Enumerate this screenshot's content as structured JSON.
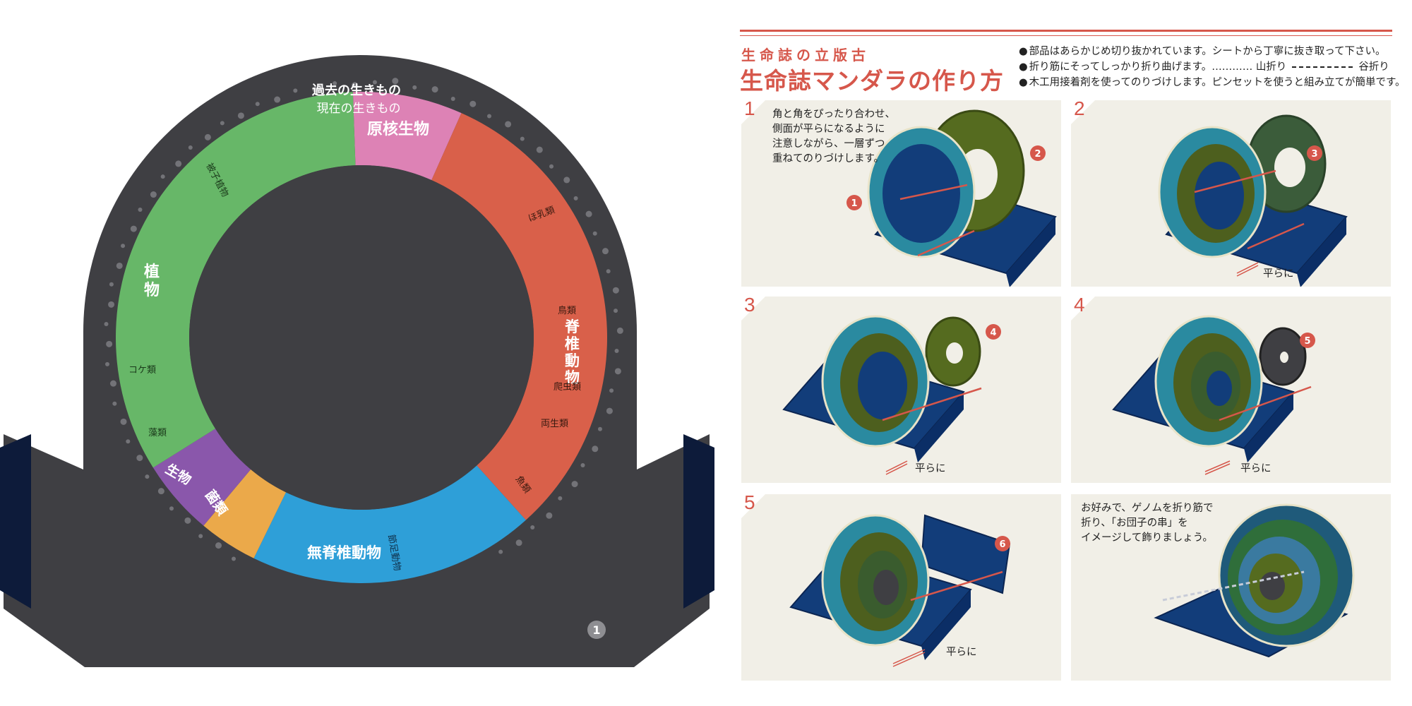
{
  "mandala": {
    "label_past": "過去の生きもの",
    "label_present": "現在の生きもの",
    "sector_prokaryote": "原核生物",
    "sector_vertebrate": "脊椎動物",
    "sector_invertebrate": "無脊椎動物",
    "sector_plant": "植物",
    "sector_fungi": "菌類",
    "sector_protist": "生物",
    "sub_angiosperm": "被子植物",
    "sub_moss": "コケ類",
    "sub_algae": "藻類",
    "sub_mammal": "ほ乳類",
    "sub_bird": "鳥類",
    "sub_reptile": "爬虫類",
    "sub_amphibian": "両生類",
    "sub_fish": "魚類",
    "sub_arthropod": "節足動物",
    "part_number": "1",
    "colors": {
      "base": "#3f3f43",
      "tab": "#0d1b3a",
      "plant": "#67b768",
      "prokaryote": "#dd82b5",
      "vertebrate": "#d9604a",
      "invertebrate": "#2e9fd8",
      "fungi": "#eba94a",
      "protist": "#8a57ab"
    }
  },
  "instructions": {
    "subtitle": "生命誌の立版古",
    "title": "生命誌マンダラの作り方",
    "notes": [
      "部品はあらかじめ切り抜かれています。シートから丁寧に抜き取って下さい。",
      "折り筋にそってしっかり折り曲げます。",
      "木工用接着剤を使ってのりづけします。ピンセットを使うと組み立てが簡単です。"
    ],
    "leader_dots": "…………",
    "mountain_fold": "山折り",
    "valley_fold": "谷折り",
    "steps": [
      {
        "number": "1",
        "caption": [
          "角と角をぴったり合わせ、",
          "側面が平らになるように",
          "注意しながら、一層ずつ",
          "重ねてのりづけします。"
        ],
        "parts": [
          "1",
          "2"
        ]
      },
      {
        "number": "2",
        "flat": "平らに",
        "parts": [
          "3"
        ]
      },
      {
        "number": "3",
        "flat": "平らに",
        "parts": [
          "4"
        ]
      },
      {
        "number": "4",
        "flat": "平らに",
        "parts": [
          "5"
        ]
      },
      {
        "number": "5",
        "flat": "平らに",
        "parts": [
          "6"
        ]
      }
    ],
    "final_caption": [
      "お好みで、ゲノムを折り筋で",
      "折り、「お団子の串」を",
      "イメージして飾りましょう。"
    ],
    "colors": {
      "accent": "#d6574b",
      "panel": "#f1efe7",
      "stand": "#123d7a",
      "ring_outer": "#2a8aa0",
      "ring_inner": "#4d5f1e"
    }
  }
}
